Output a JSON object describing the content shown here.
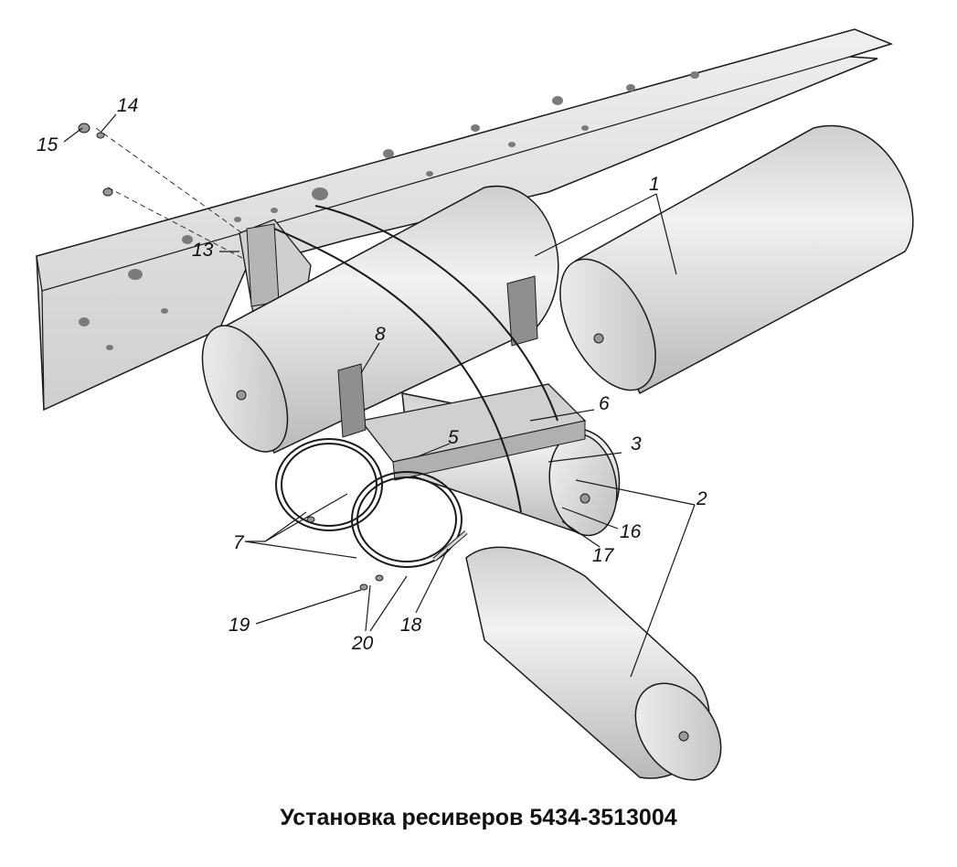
{
  "caption": "Установка ресиверов 5434-3513004",
  "callouts": {
    "c1": "1",
    "c2": "2",
    "c3": "3",
    "c5": "5",
    "c6": "6",
    "c7": "7",
    "c8": "8",
    "c13": "13",
    "c14": "14",
    "c15": "15",
    "c16": "16",
    "c17": "17",
    "c18": "18",
    "c19": "19",
    "c20": "20"
  },
  "colors": {
    "line": "#1a1a1a",
    "part_fill": "#dcdcdc",
    "frame_fill": "#e4e4e4",
    "shadow": "#a8a8a8"
  }
}
